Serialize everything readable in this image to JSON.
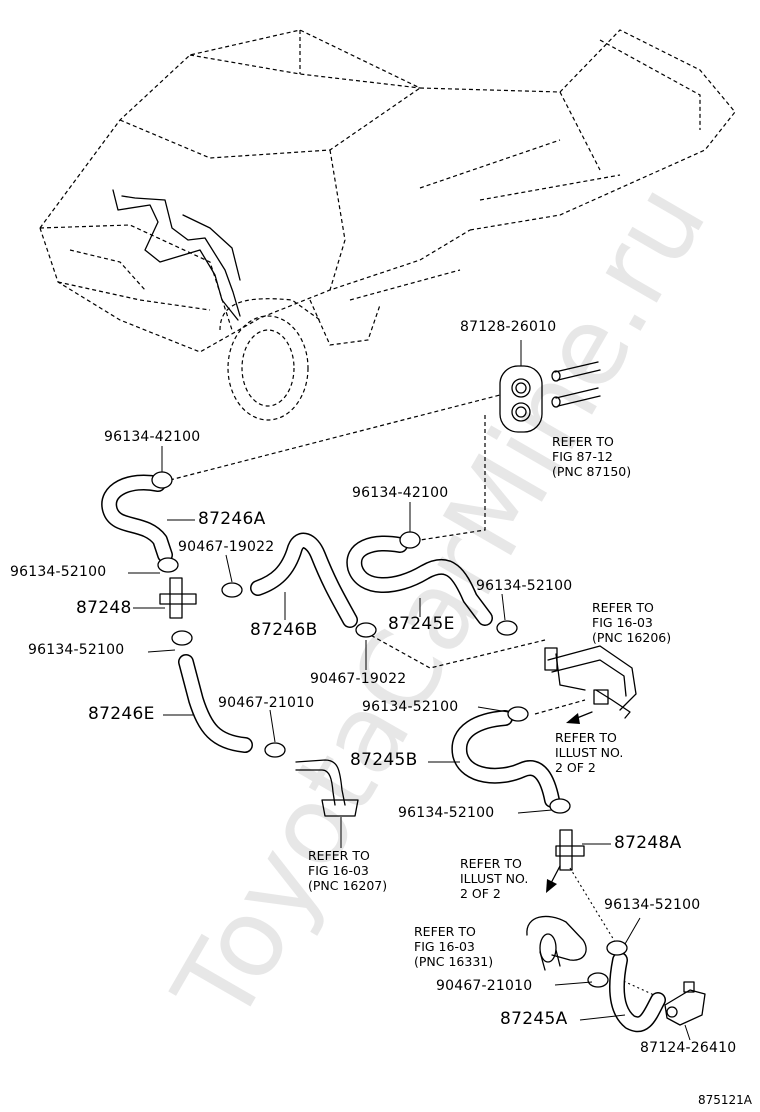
{
  "watermark": "ToyotaCarMine.ru",
  "figure_number": "875121A",
  "parts": {
    "p87128": "87128-26010",
    "p96134_42100_a": "96134-42100",
    "p87246a": "87246A",
    "p96134_42100_b": "96134-42100",
    "p90467_19022_a": "90467-19022",
    "p96134_52100_a": "96134-52100",
    "p96134_52100_b": "96134-52100",
    "p87248": "87248",
    "p87246b": "87246B",
    "p87245e": "87245E",
    "p96134_52100_c": "96134-52100",
    "p90467_19022_b": "90467-19022",
    "p96134_52100_d": "96134-52100",
    "p87246e": "87246E",
    "p90467_21010_a": "90467-21010",
    "p87245b": "87245B",
    "p96134_52100_e": "96134-52100",
    "p87248a": "87248A",
    "p96134_52100_f": "96134-52100",
    "p90467_21010_b": "90467-21010",
    "p87245a": "87245A",
    "p87124": "87124-26410"
  },
  "references": {
    "ref_87_12": "REFER TO\nFIG 87-12\n(PNC 87150)",
    "ref_16_03_a": "REFER TO\nFIG 16-03\n(PNC 16206)",
    "ref_illust_a": "REFER TO\nILLUST NO.\n2 OF 2",
    "ref_16_03_b": "REFER TO\nFIG 16-03\n(PNC 16207)",
    "ref_illust_b": "REFER TO\nILLUST NO.\n2 OF 2",
    "ref_16_03_c": "REFER TO\nFIG 16-03\n(PNC 16331)"
  }
}
